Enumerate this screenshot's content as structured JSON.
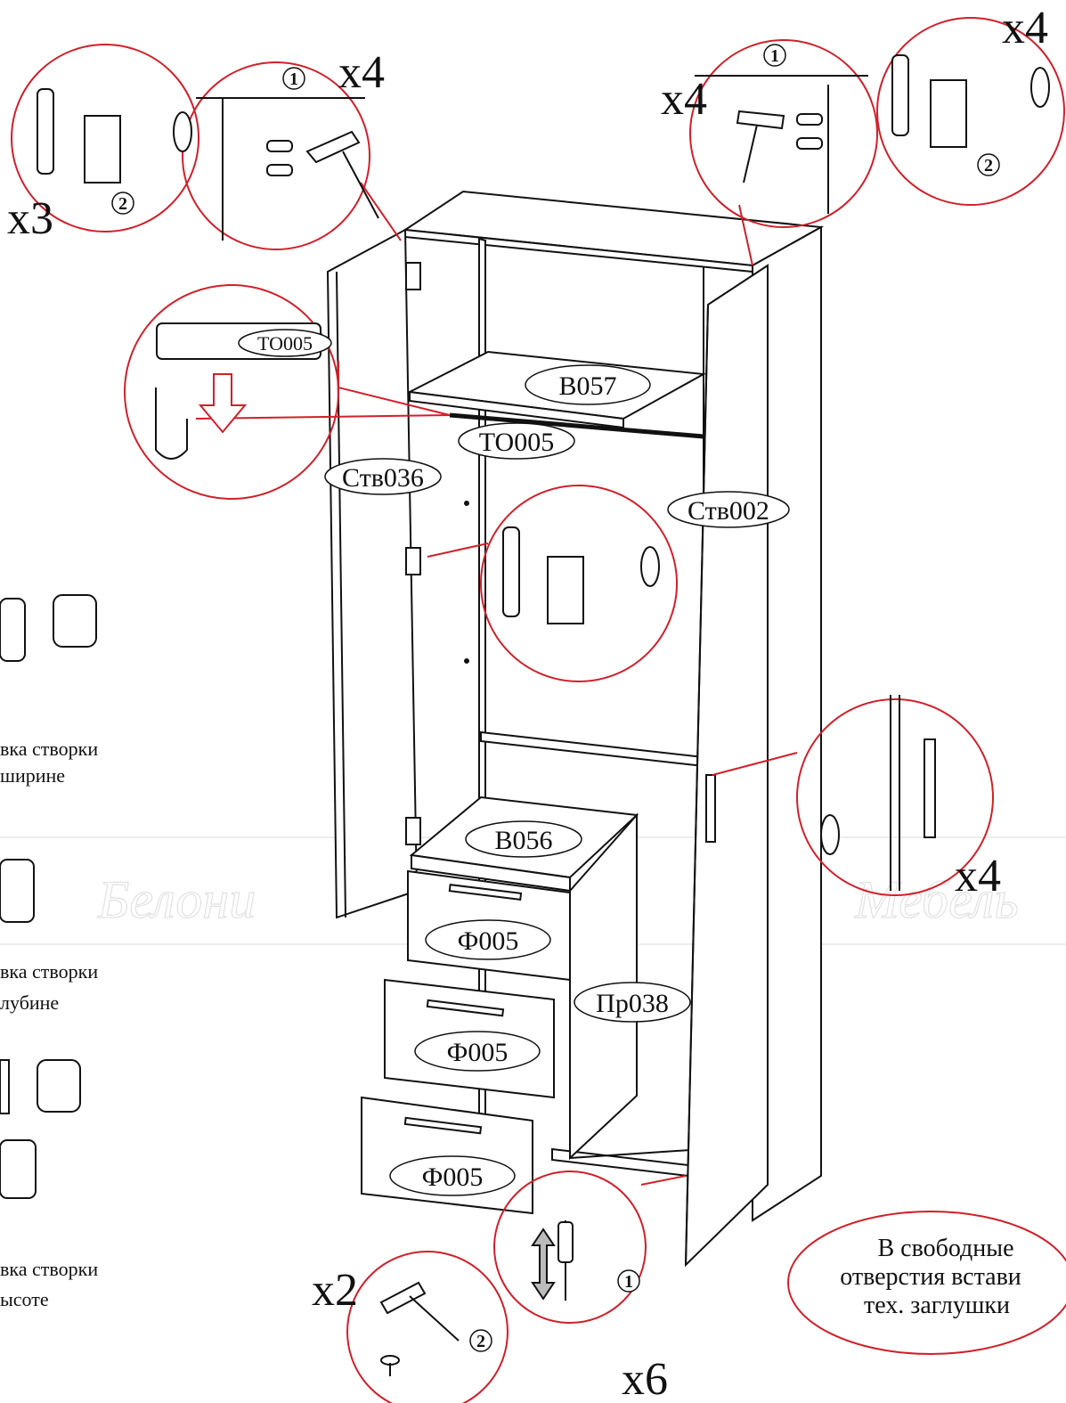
{
  "labels": {
    "top_left_part": "TO005",
    "shelf": "B057",
    "rail": "TO005",
    "left_door": "Ств036",
    "right_door": "Ств002",
    "drawer_top": "B056",
    "drawer_1": "Ф005",
    "drawer_2": "Ф005",
    "drawer_3": "Ф005",
    "side_panel": "Пр038"
  },
  "multipliers": {
    "top_left_hinge": "x3",
    "top_left_dowel": "x4",
    "top_right_dowel": "x4",
    "top_right_hinge": "x4",
    "handle": "x4",
    "bottom_feet": "x2",
    "bottom_screws": "x6"
  },
  "step_numbers": {
    "a": "1",
    "b": "2",
    "c": "1",
    "d": "2",
    "e": "1",
    "f": "2"
  },
  "side_instructions": [
    {
      "line1": "вка створки",
      "line2": "ширине"
    },
    {
      "line1": "вка створки",
      "line2": "лубине"
    },
    {
      "line1": "вка створки",
      "line2": "ысоте"
    }
  ],
  "note": {
    "line1": "В свободные",
    "line2": "отверстия встави",
    "line3": "тех. заглушки"
  },
  "watermark": "Мебель Белони",
  "colors": {
    "callout": "#d0202a",
    "line": "#111111",
    "accent": "#e07a10",
    "highlight": "#3ab0c8"
  }
}
